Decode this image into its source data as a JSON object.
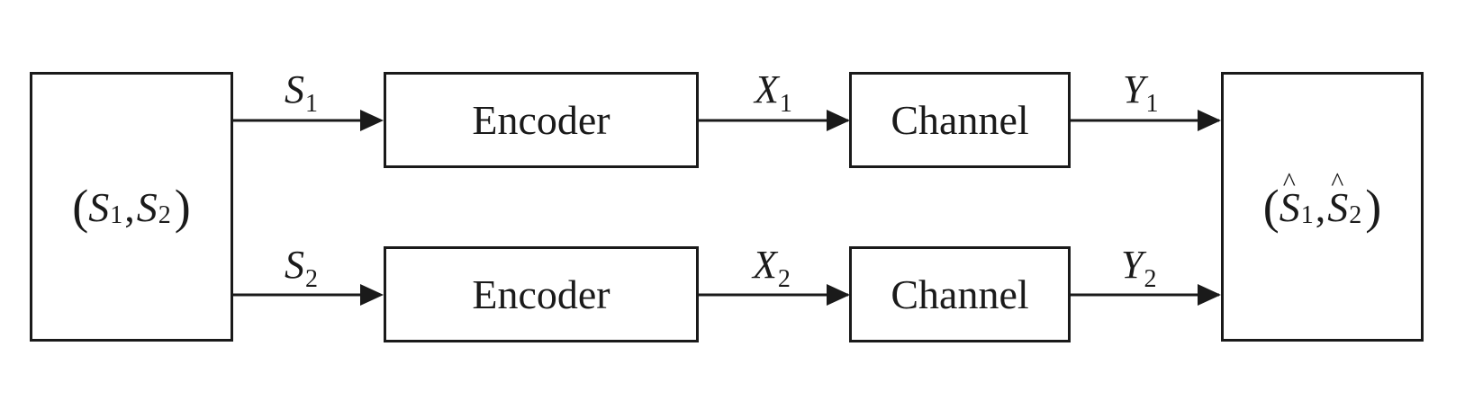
{
  "source": {
    "open": "(",
    "s1": "S",
    "s1_sub": "1",
    "comma": ",",
    "s2": "S",
    "s2_sub": "2",
    "close": ")"
  },
  "encoders": [
    {
      "label": "Encoder"
    },
    {
      "label": "Encoder"
    }
  ],
  "channels": [
    {
      "label": "Channel"
    },
    {
      "label": "Channel"
    }
  ],
  "decoder": {
    "open": "(",
    "s1": "S",
    "s1_sub": "1",
    "comma": ",",
    "s2": "S",
    "s2_sub": "2",
    "close": ")"
  },
  "edges": {
    "s1": {
      "sym": "S",
      "sub": "1"
    },
    "s2": {
      "sym": "S",
      "sub": "2"
    },
    "x1": {
      "sym": "X",
      "sub": "1"
    },
    "x2": {
      "sym": "X",
      "sub": "2"
    },
    "y1": {
      "sym": "Y",
      "sub": "1"
    },
    "y2": {
      "sym": "Y",
      "sub": "2"
    }
  }
}
